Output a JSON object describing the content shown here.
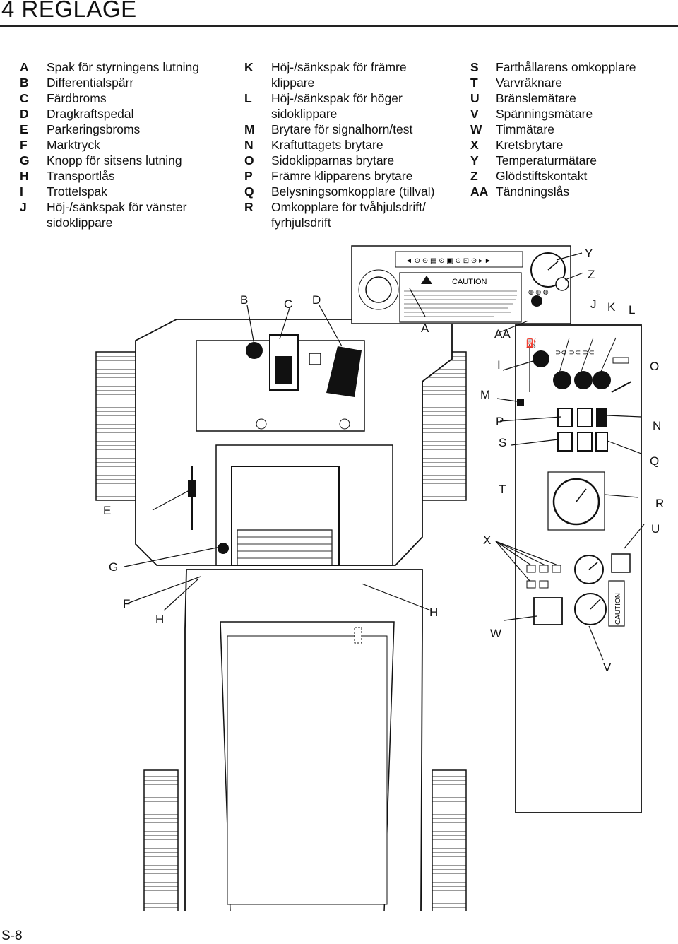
{
  "page": {
    "section_title": "4   REGLAGE",
    "page_number": "S-8"
  },
  "legend": {
    "col1": [
      {
        "key": "A",
        "text": "Spak för styrningens lutning"
      },
      {
        "key": "B",
        "text": "Differentialspärr"
      },
      {
        "key": "C",
        "text": "Färdbroms"
      },
      {
        "key": "D",
        "text": "Dragkraftspedal"
      },
      {
        "key": "E",
        "text": "Parkeringsbroms"
      },
      {
        "key": "F",
        "text": "Marktryck"
      },
      {
        "key": "G",
        "text": "Knopp för sitsens lutning"
      },
      {
        "key": "H",
        "text": "Transportlås"
      },
      {
        "key": "I",
        "text": "Trottelspak"
      },
      {
        "key": "J",
        "text": "Höj-/sänkspak för vänster"
      },
      {
        "key": "",
        "text": "sidoklippare"
      }
    ],
    "col2": [
      {
        "key": "K",
        "text": "Höj-/sänkspak för främre"
      },
      {
        "key": "",
        "text": "klippare"
      },
      {
        "key": "L",
        "text": "Höj-/sänkspak för höger"
      },
      {
        "key": "",
        "text": "sidoklippare"
      },
      {
        "key": "M",
        "text": "Brytare för signalhorn/test"
      },
      {
        "key": "N",
        "text": "Kraftuttagets brytare"
      },
      {
        "key": "O",
        "text": "Sidoklipparnas brytare"
      },
      {
        "key": "P",
        "text": "Främre klipparens brytare"
      },
      {
        "key": "Q",
        "text": "Belysningsomkopplare (tillval)"
      },
      {
        "key": "R",
        "text": "Omkopplare för tvåhjulsdrift/"
      },
      {
        "key": "",
        "text": "fyrhjulsdrift"
      }
    ],
    "col3": [
      {
        "key": "S",
        "text": "Farthållarens omkopplare"
      },
      {
        "key": "T",
        "text": "Varvräknare"
      },
      {
        "key": "U",
        "text": "Bränslemätare"
      },
      {
        "key": "V",
        "text": "Spänningsmätare"
      },
      {
        "key": "W",
        "text": "Timmätare"
      },
      {
        "key": "X",
        "text": "Kretsbrytare"
      },
      {
        "key": "Y",
        "text": "Temperaturmätare"
      },
      {
        "key": "Z",
        "text": "Glödstiftskontakt"
      },
      {
        "key": "AA",
        "text": "Tändningslås"
      }
    ]
  },
  "diagram": {
    "callouts": {
      "A": "A",
      "B": "B",
      "C": "C",
      "D": "D",
      "E": "E",
      "F": "F",
      "G": "G",
      "H1": "H",
      "H2": "H",
      "I": "I",
      "J": "J",
      "K": "K",
      "L": "L",
      "M": "M",
      "N": "N",
      "O": "O",
      "P": "P",
      "Q": "Q",
      "R": "R",
      "S": "S",
      "T": "T",
      "U": "U",
      "V": "V",
      "W": "W",
      "X": "X",
      "Y": "Y",
      "Z": "Z",
      "AA": "AA"
    },
    "caution_label": "CAUTION",
    "caution_label_side": "CAUTION",
    "icons": [
      "tractor-outline-icon",
      "steering-wheel-icon",
      "gauge-icon",
      "warning-triangle-icon",
      "fuel-pump-icon",
      "lever-knob-icon"
    ]
  }
}
